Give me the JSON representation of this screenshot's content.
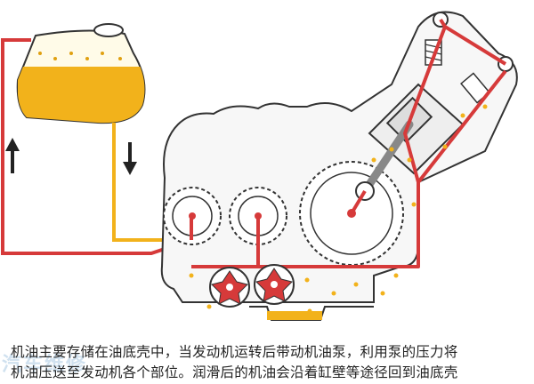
{
  "caption": {
    "line1": "机油主要存储在油底壳中，当发动机运转后带动机油泵，利用泵的压力将",
    "line2": "机油压送至发动机各个部位。润滑后的机油会沿着缸壁等途径回到油底壳"
  },
  "watermark": "汽车维修",
  "arrows": {
    "up_icon": "arrow-up-icon",
    "down_icon": "arrow-down-icon"
  },
  "colors": {
    "oil": "#f2b21b",
    "oil_dark": "#e0a010",
    "pressure_line": "#d63a3a",
    "outline": "#333333"
  }
}
